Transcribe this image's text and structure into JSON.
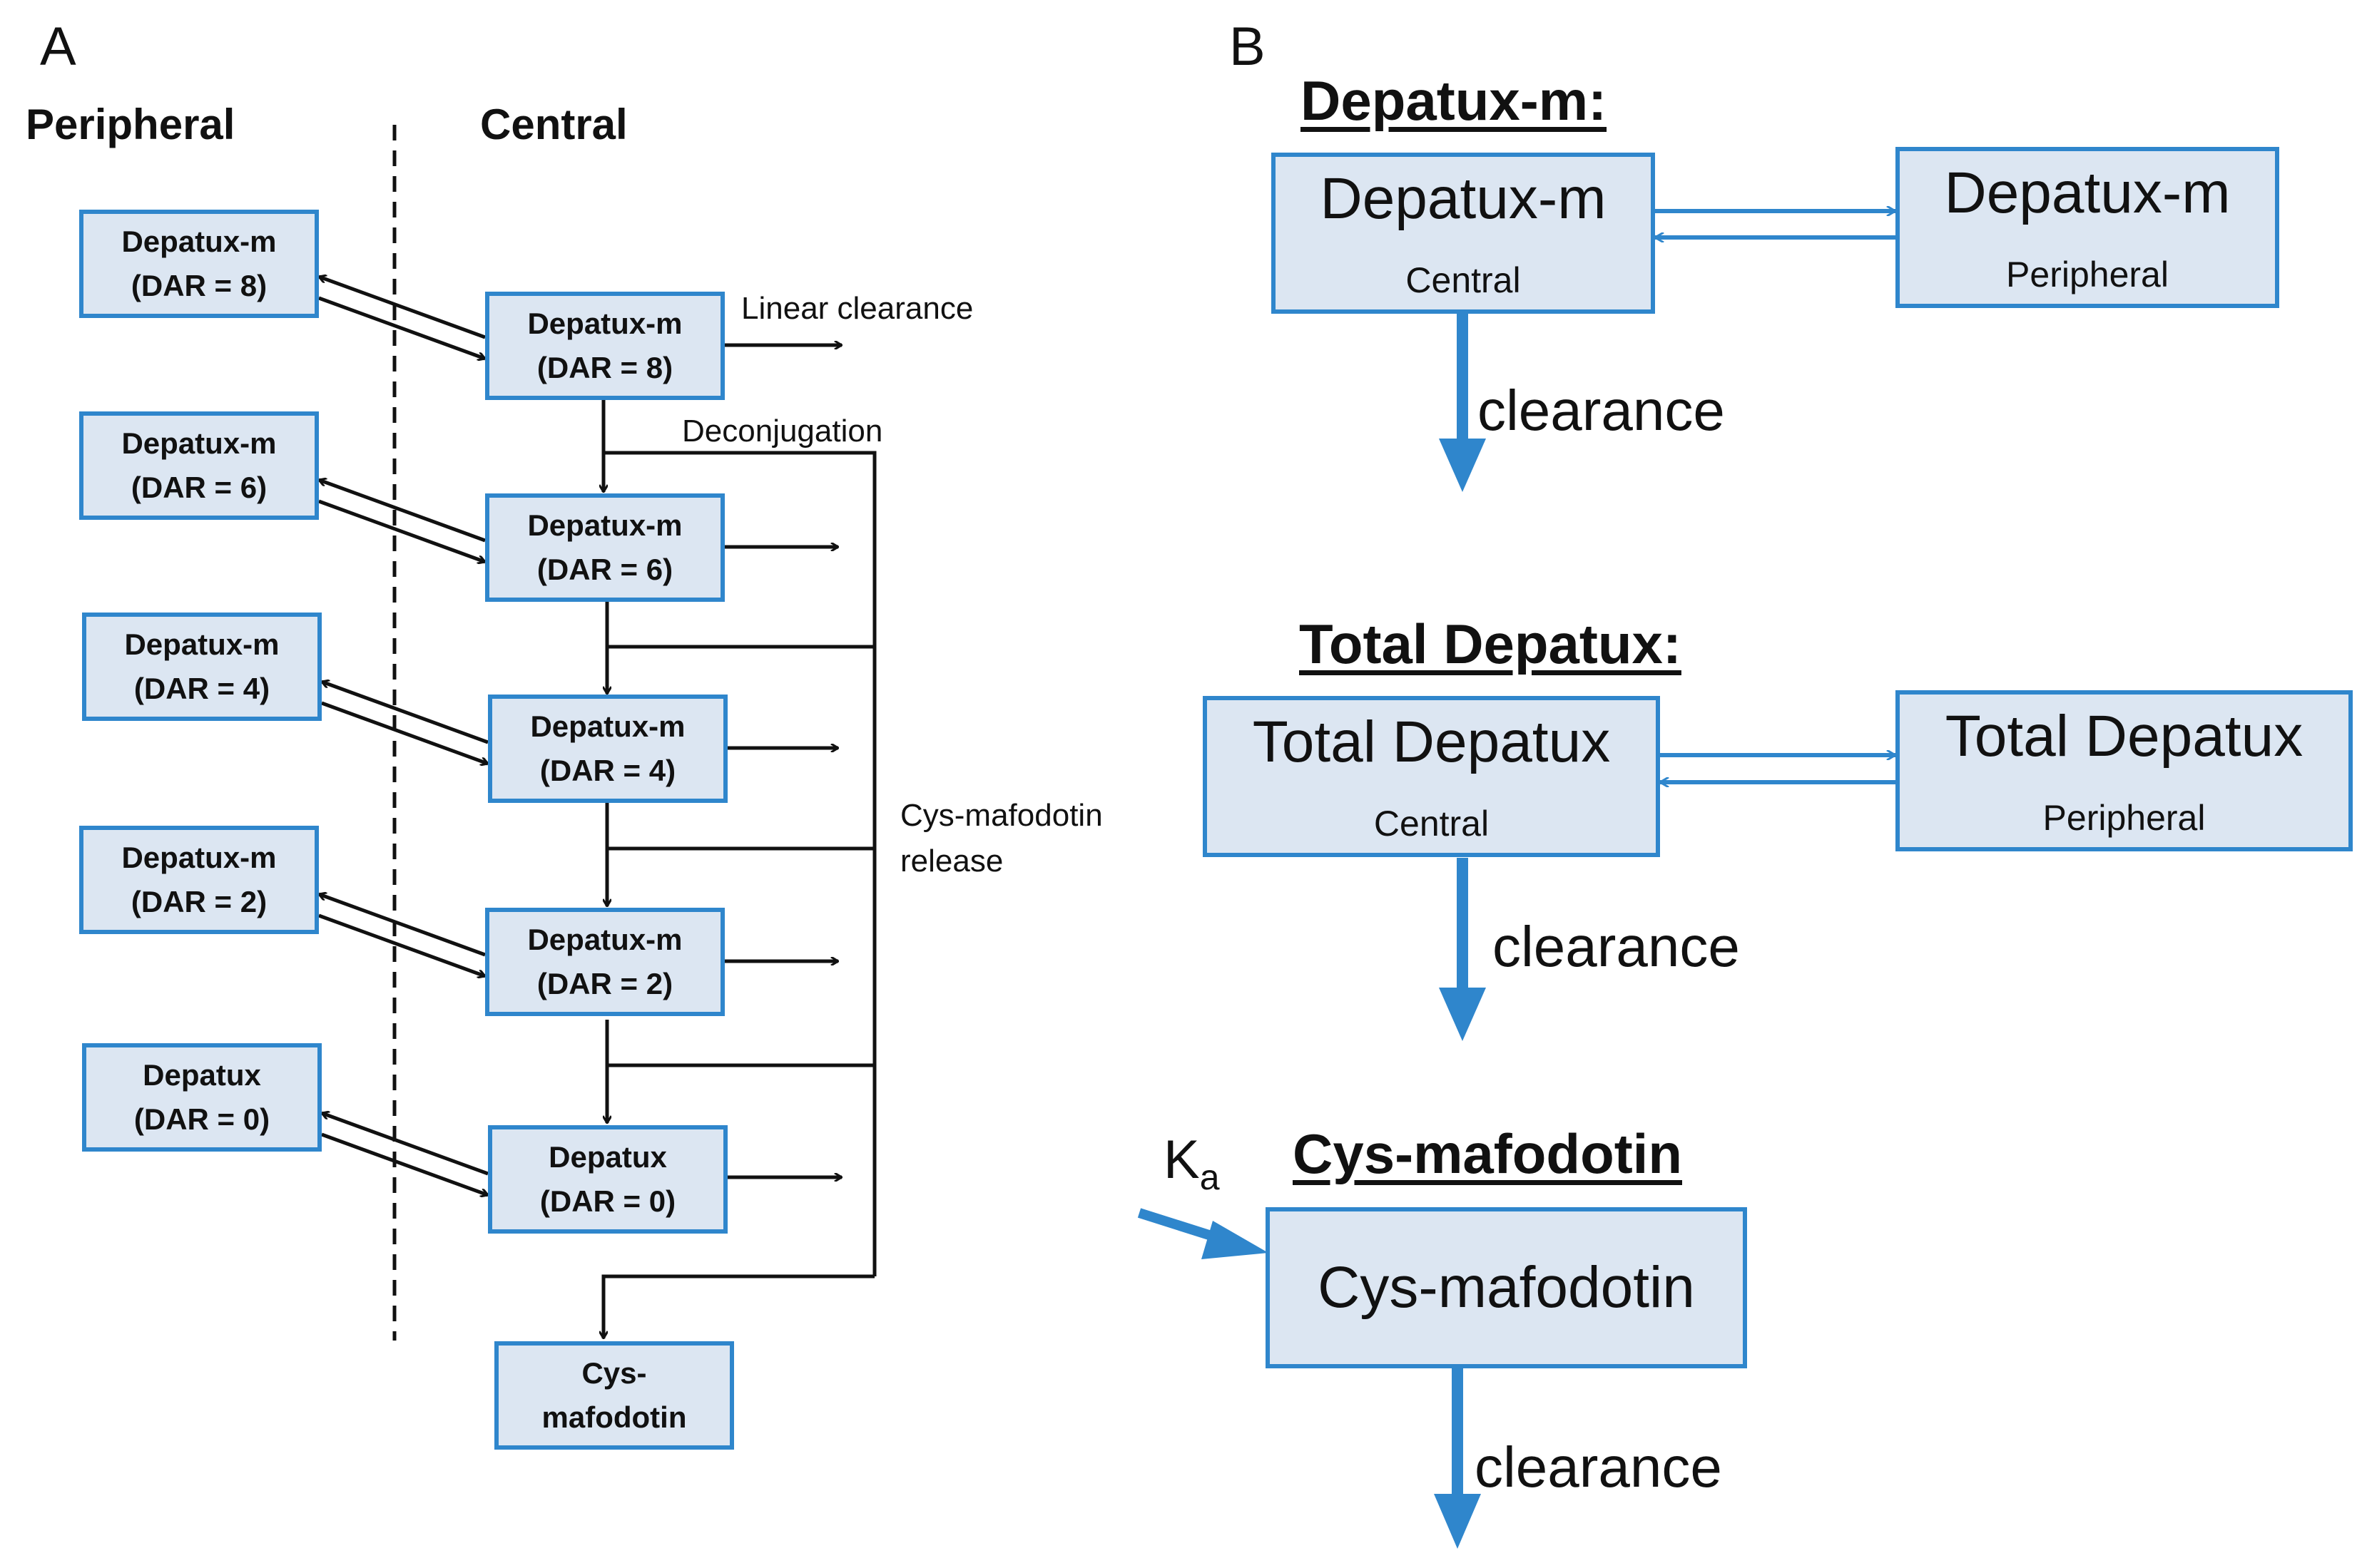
{
  "panel_a": {
    "letter": "A",
    "peripheral_heading": "Peripheral",
    "central_heading": "Central",
    "peripheral_boxes": [
      {
        "line1": "Depatux-m",
        "line2": "(DAR = 8)"
      },
      {
        "line1": "Depatux-m",
        "line2": "(DAR = 6)"
      },
      {
        "line1": "Depatux-m",
        "line2": "(DAR = 4)"
      },
      {
        "line1": "Depatux-m",
        "line2": "(DAR = 2)"
      },
      {
        "line1": "Depatux",
        "line2": "(DAR = 0)"
      }
    ],
    "central_boxes": [
      {
        "line1": "Depatux-m",
        "line2": "(DAR = 8)"
      },
      {
        "line1": "Depatux-m",
        "line2": "(DAR = 6)"
      },
      {
        "line1": "Depatux-m",
        "line2": "(DAR = 4)"
      },
      {
        "line1": "Depatux-m",
        "line2": "(DAR = 2)"
      },
      {
        "line1": "Depatux",
        "line2": "(DAR = 0)"
      }
    ],
    "final_box": {
      "line1": "Cys-",
      "line2": "mafodotin"
    },
    "linear_clearance_label": "Linear clearance",
    "deconjugation_label": "Deconjugation",
    "release_label_line1": "Cys-mafodotin",
    "release_label_line2": "release"
  },
  "panel_b": {
    "letter": "B",
    "sections": [
      {
        "heading": "Depatux-m:",
        "central_title": "Depatux-m",
        "central_sub": "Central",
        "peripheral_title": "Depatux-m",
        "peripheral_sub": "Peripheral",
        "clearance": "clearance"
      },
      {
        "heading": "Total Depatux:",
        "central_title": "Total Depatux",
        "central_sub": "Central",
        "peripheral_title": "Total Depatux",
        "peripheral_sub": "Peripheral",
        "clearance": "clearance"
      }
    ],
    "cys": {
      "heading": "Cys-mafodotin",
      "box_title": "Cys-mafodotin",
      "ka_main": "K",
      "ka_sub": "a",
      "clearance": "clearance"
    }
  },
  "colors": {
    "box_fill": "#dce6f2",
    "box_border": "#2f86cc",
    "arrow_blue": "#2f86cc",
    "line_black": "#111111"
  }
}
